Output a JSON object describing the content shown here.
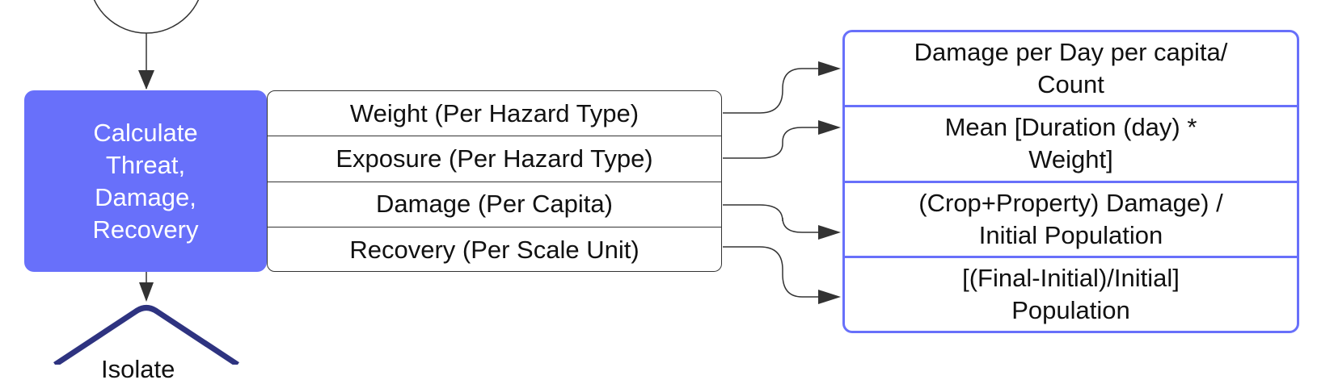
{
  "process": {
    "label": "Calculate\nThreat,\nDamage,\nRecovery"
  },
  "metrics": [
    "Weight (Per Hazard Type)",
    "Exposure (Per Hazard Type)",
    "Damage (Per Capita)",
    "Recovery (Per Scale Unit)"
  ],
  "formulas": [
    "Damage per Day per capita/\nCount",
    "Mean [Duration (day) *\nWeight]",
    "(Crop+Property) Damage) /\nInitial Population",
    "[(Final-Initial)/Initial]\nPopulation"
  ],
  "decision": {
    "label": "Isolate"
  },
  "colors": {
    "process_fill": "#6870fa",
    "formula_border": "#6870fa",
    "decision_border": "#2e3380",
    "line": "#333333"
  }
}
